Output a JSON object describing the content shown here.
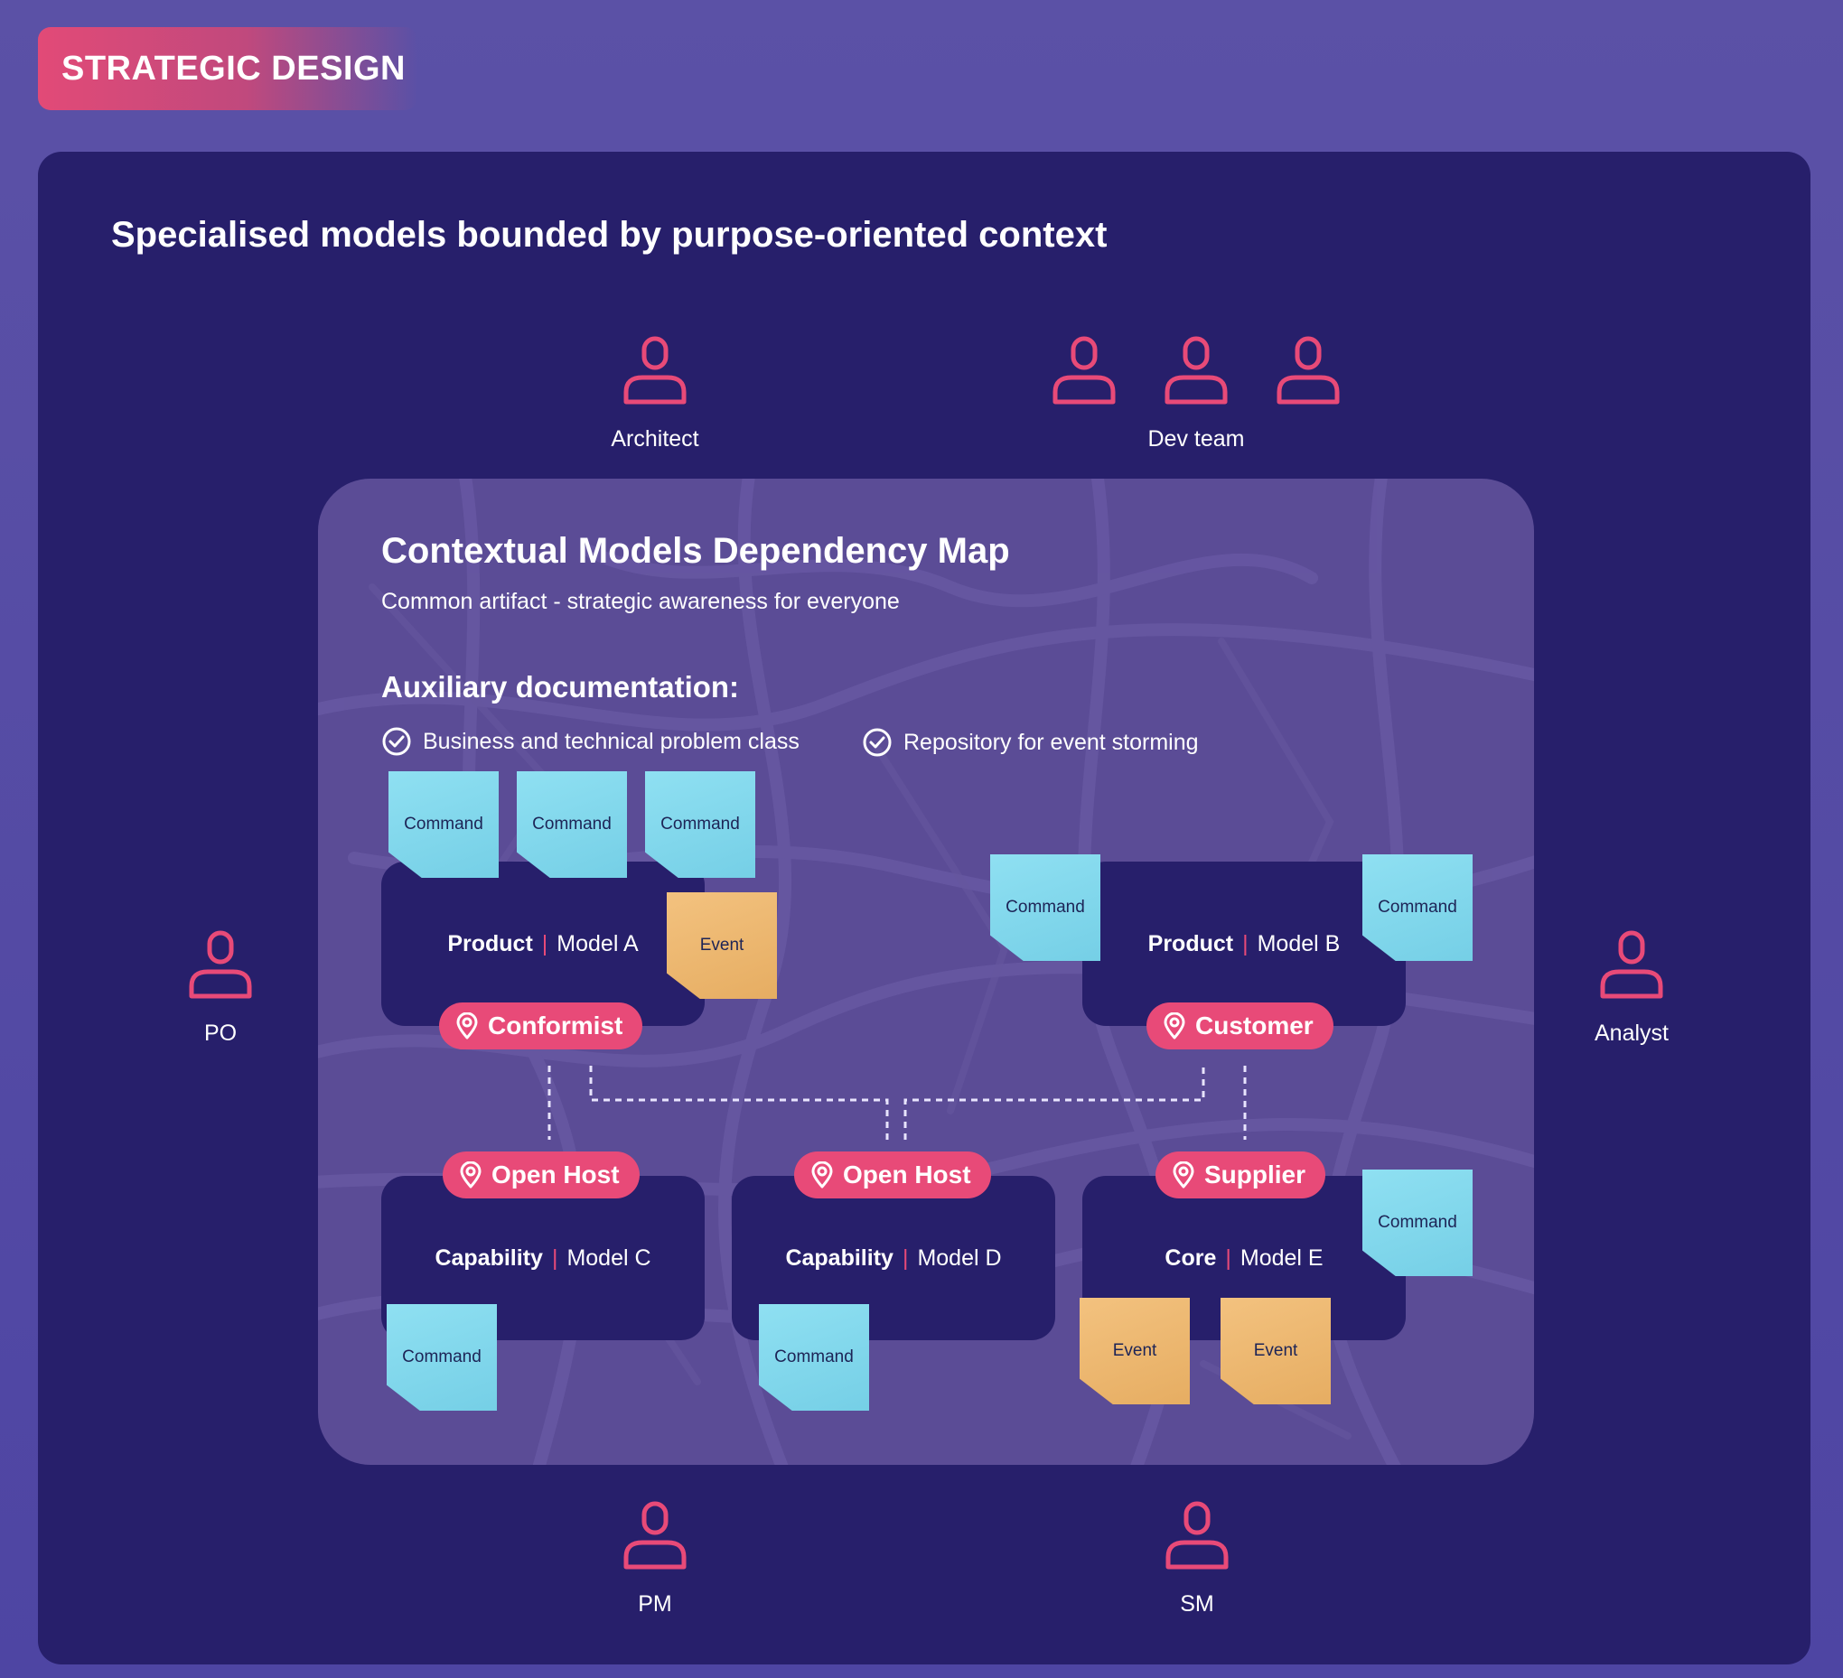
{
  "badge": "STRATEGIC DESIGN",
  "headline": "Specialised models bounded by purpose-oriented context",
  "roles": {
    "architect": "Architect",
    "dev_team": "Dev team",
    "po": "PO",
    "analyst": "Analyst",
    "pm": "PM",
    "sm": "SM"
  },
  "map": {
    "title": "Contextual Models Dependency Map",
    "subtitle": "Common artifact - strategic awareness for everyone",
    "aux_title": "Auxiliary documentation:",
    "checks": [
      "Business and technical problem class",
      "Repository for event storming"
    ]
  },
  "contexts": {
    "a": {
      "type": "Product",
      "model": "Model A",
      "pattern": "Conformist"
    },
    "b": {
      "type": "Product",
      "model": "Model B",
      "pattern": "Customer"
    },
    "c": {
      "type": "Capability",
      "model": "Model C",
      "pattern": "Open Host"
    },
    "d": {
      "type": "Capability",
      "model": "Model D",
      "pattern": "Open Host"
    },
    "e": {
      "type": "Core",
      "model": "Model E",
      "pattern": "Supplier"
    }
  },
  "notes": {
    "command": "Command",
    "event": "Event"
  },
  "colors": {
    "accent": "#e84a78",
    "panel": "#271f6b",
    "map": "#5b4c96",
    "command_note": "#82d8ec",
    "event_note": "#ecb76e"
  },
  "icons": [
    "person-icon",
    "check-circle-icon",
    "location-pin-icon"
  ]
}
